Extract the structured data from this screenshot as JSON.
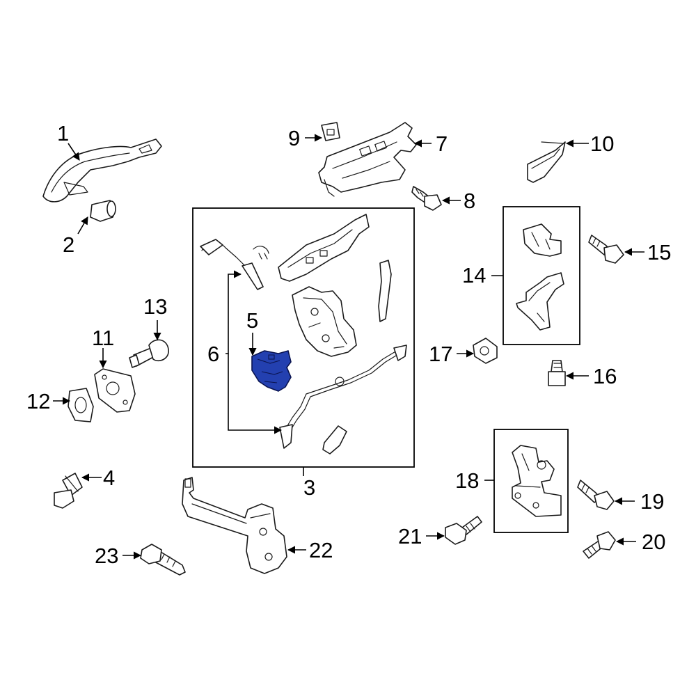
{
  "colors": {
    "highlight": "#2340b0",
    "line": "#1a1a1a",
    "background": "#ffffff"
  },
  "callouts": {
    "c1": "1",
    "c2": "2",
    "c3": "3",
    "c4": "4",
    "c5": "5",
    "c6": "6",
    "c7": "7",
    "c8": "8",
    "c9": "9",
    "c10": "10",
    "c11": "11",
    "c12": "12",
    "c13": "13",
    "c14": "14",
    "c15": "15",
    "c16": "16",
    "c17": "17",
    "c18": "18",
    "c19": "19",
    "c20": "20",
    "c21": "21",
    "c22": "22",
    "c23": "23"
  },
  "highlighted_part": "5"
}
